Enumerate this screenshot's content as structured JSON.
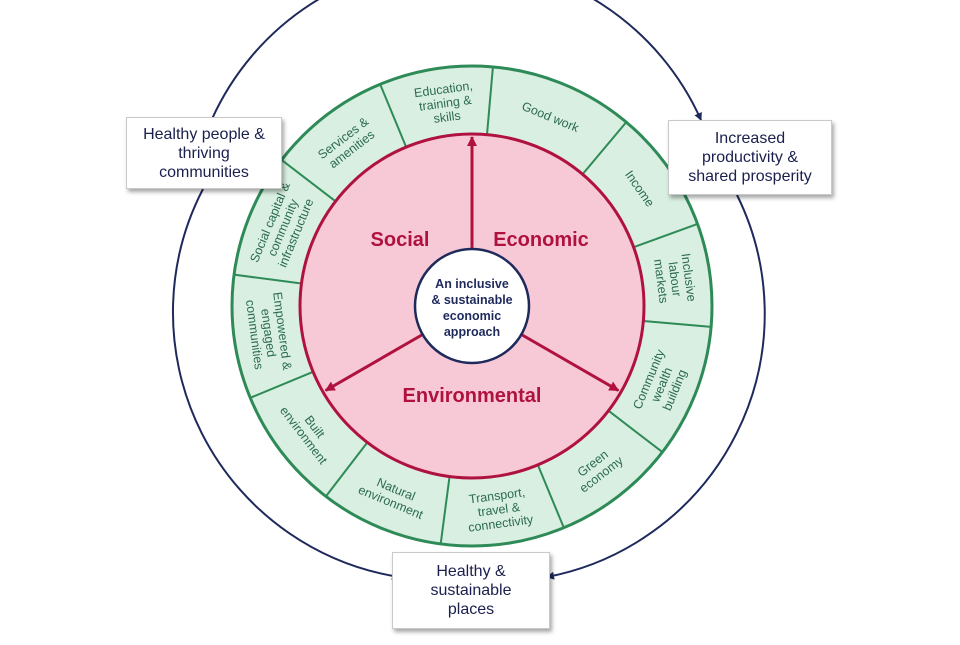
{
  "colors": {
    "ring_fill": "#d9efe1",
    "ring_stroke": "#2e8b57",
    "segment_text": "#2b6b4e",
    "inner_fill": "#f7c9d6",
    "inner_stroke": "#b0123f",
    "dimension_text": "#b0123f",
    "core_fill": "#ffffff",
    "core_stroke": "#1f2a5c",
    "core_text": "#1f2a5c",
    "outer_arrow": "#1f2a5c"
  },
  "core": {
    "lines": [
      "An inclusive",
      "& sustainable",
      "economic",
      "approach"
    ]
  },
  "dimensions": {
    "social": "Social",
    "economic": "Economic",
    "environmental": "Environmental"
  },
  "segments": [
    {
      "lines": [
        "Good work"
      ],
      "center": 22.5
    },
    {
      "lines": [
        "Income"
      ],
      "center": 55
    },
    {
      "lines": [
        "Inclusive",
        "labour",
        "markets"
      ],
      "center": 82.5
    },
    {
      "lines": [
        "Community",
        "wealth",
        "building"
      ],
      "center": 112.5
    },
    {
      "lines": [
        "Green",
        "economy"
      ],
      "center": 142.5
    },
    {
      "lines": [
        "Transport,",
        "travel &",
        "connectivity"
      ],
      "center": 172.5
    },
    {
      "lines": [
        "Natural",
        "environment"
      ],
      "center": 202.5
    },
    {
      "lines": [
        "Built",
        "environment"
      ],
      "center": 232.5
    },
    {
      "lines": [
        "Empowered &",
        "engaged",
        "communities"
      ],
      "center": 262.5
    },
    {
      "lines": [
        "Social capital &",
        "community",
        "infrastructure"
      ],
      "center": 292.5
    },
    {
      "lines": [
        "Services &",
        "amenities"
      ],
      "center": 322.5
    },
    {
      "lines": [
        "Education,",
        "training &",
        "skills"
      ],
      "center": 352.5
    }
  ],
  "outcomes": {
    "healthy_people": [
      "Healthy people &",
      "thriving",
      "communities"
    ],
    "productivity": [
      "Increased",
      "productivity &",
      "shared prosperity"
    ],
    "places": [
      "Healthy &",
      "sustainable",
      "places"
    ]
  }
}
